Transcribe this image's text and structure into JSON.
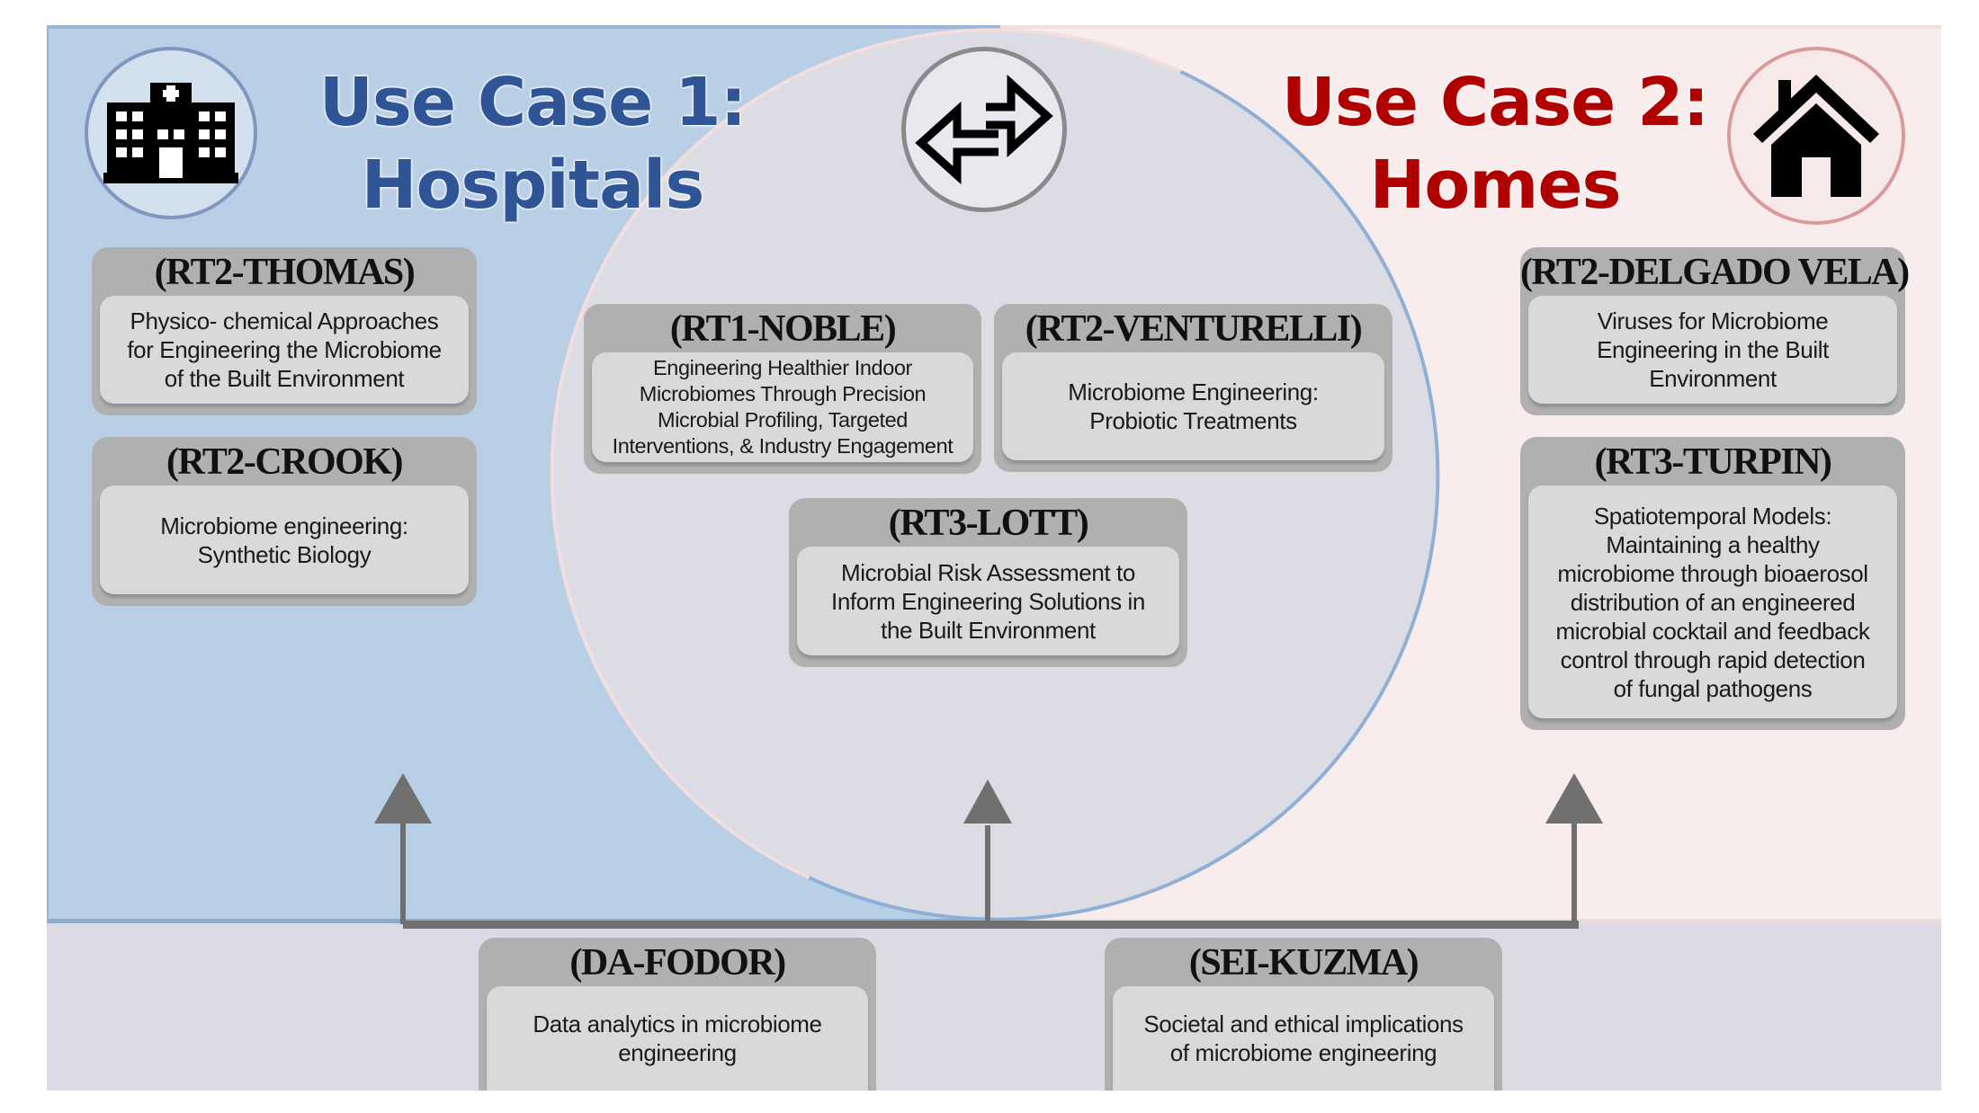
{
  "use_case_1": {
    "title": "Use Case 1:\nHospitals",
    "icon": "hospital-icon",
    "color": "#2f5597"
  },
  "use_case_2": {
    "title": "Use Case 2:\nHomes",
    "icon": "home-icon",
    "color": "#b00000"
  },
  "center_icon": "bidirectional-arrows-icon",
  "boxes": {
    "thomas": {
      "title": "(RT2-THOMAS)",
      "text": "Physico- chemical Approaches\nfor Engineering the Microbiome\nof the Built Environment"
    },
    "crook": {
      "title": "(RT2-CROOK)",
      "text": "Microbiome engineering:\nSynthetic Biology"
    },
    "noble": {
      "title": "(RT1-NOBLE)",
      "text": "Engineering Healthier Indoor\nMicrobiomes Through Precision\nMicrobial Profiling, Targeted\nInterventions, & Industry Engagement"
    },
    "venturelli": {
      "title": "(RT2-VENTURELLI)",
      "text": "Microbiome Engineering:\nProbiotic Treatments"
    },
    "lott": {
      "title": "(RT3-LOTT)",
      "text": "Microbial Risk Assessment to\nInform Engineering Solutions in\nthe Built Environment"
    },
    "delgado_vela": {
      "title": "(RT2-DELGADO VELA)",
      "text": "Viruses for Microbiome\nEngineering in the Built\nEnvironment"
    },
    "turpin": {
      "title": "(RT3-TURPIN)",
      "text": "Spatiotemporal Models:\nMaintaining a healthy\nmicrobiome through bioaerosol\ndistribution of an engineered\nmicrobial cocktail and feedback\ncontrol through rapid detection\nof fungal pathogens"
    },
    "fodor": {
      "title": "(DA-FODOR)",
      "text": "Data analytics in microbiome\nengineering"
    },
    "kuzma": {
      "title": "(SEI-KUZMA)",
      "text": "Societal and ethical implications\nof microbiome engineering"
    }
  }
}
